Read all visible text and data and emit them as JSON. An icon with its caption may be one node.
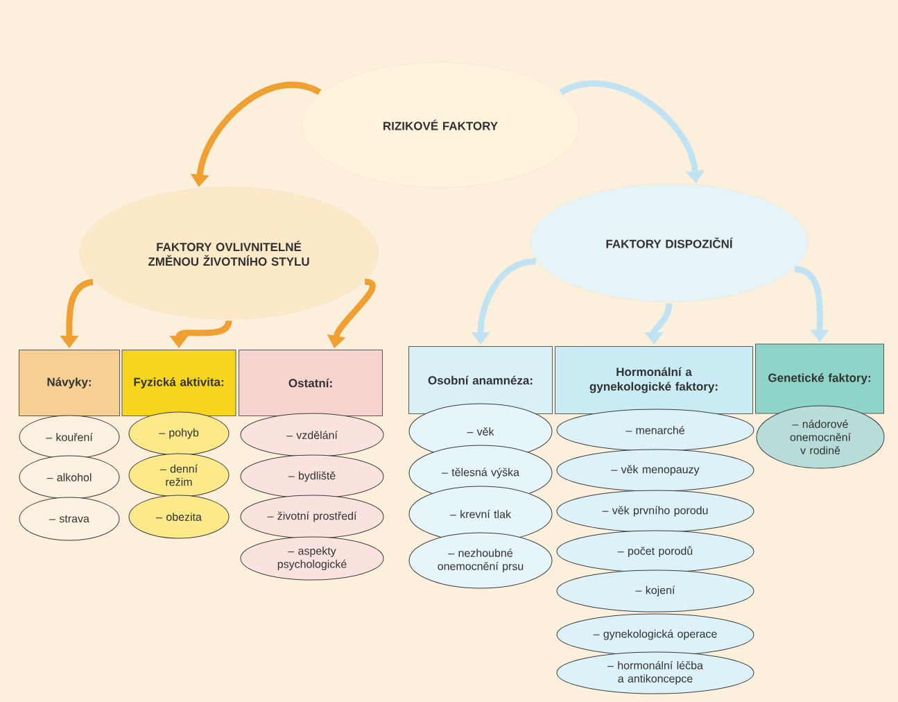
{
  "diagram": {
    "nodes": [
      {
        "text": [
          "RIZIKOVÉ FAKTORY"
        ]
      },
      {
        "text": [
          "FAKTORY OVLIVNITELNÉ ZMĚNOU ŽIVOTNÍHO STYLU"
        ]
      },
      {
        "text": [
          "FAKTORY DISPOZIČNÍ"
        ]
      },
      {
        "text": [
          "Návyky:"
        ]
      },
      {
        "text": [
          "Fyzická aktivita:"
        ]
      },
      {
        "text": [
          "Ostatní:"
        ]
      },
      {
        "text": [
          "Osobní anamnéza:"
        ]
      },
      {
        "text": [
          "Hormonální a gynekologické faktory:"
        ]
      },
      {
        "text": [
          "Genetické faktory:"
        ]
      },
      {
        "text": [
          "– kouření"
        ]
      },
      {
        "text": [
          "– alkohol"
        ]
      },
      {
        "text": [
          "– strava"
        ]
      },
      {
        "text": [
          "– pohyb"
        ]
      },
      {
        "text": [
          "– denní režim"
        ]
      },
      {
        "text": [
          "– obezita"
        ]
      },
      {
        "text": [
          "– vzdělání"
        ]
      },
      {
        "text": [
          "– bydliště"
        ]
      },
      {
        "text": [
          "– životní prostředí"
        ]
      },
      {
        "text": [
          "– aspekty psychologické"
        ]
      },
      {
        "text": [
          "– věk"
        ]
      },
      {
        "text": [
          "– tělesná výška"
        ]
      },
      {
        "text": [
          "– krevní tlak"
        ]
      },
      {
        "text": [
          "– nezhoubné onemocnění prsu"
        ]
      },
      {
        "text": [
          "– menarché"
        ]
      },
      {
        "text": [
          "– věk menopauzy"
        ]
      },
      {
        "text": [
          "– věk prvního porodu"
        ]
      },
      {
        "text": [
          "– počet porodů"
        ]
      },
      {
        "text": [
          "– kojení"
        ]
      },
      {
        "text": [
          "– gynekologická operace"
        ]
      },
      {
        "text": [
          "– hormonální léčba a antikoncepce"
        ]
      },
      {
        "text": [
          "– nádorové onemocnění v rodině"
        ]
      }
    ],
    "edges": [
      {
        "from": 0,
        "to": 1,
        "arrow": "to",
        "color": "#f0a030"
      },
      {
        "from": 0,
        "to": 2,
        "arrow": "to",
        "color": "#bfe3f2"
      },
      {
        "from": 1,
        "to": 3,
        "arrow": "to",
        "color": "#f0a030"
      },
      {
        "from": 1,
        "to": 4,
        "arrow": "to",
        "color": "#f0a030"
      },
      {
        "from": 1,
        "to": 5,
        "arrow": "to",
        "color": "#f0a030"
      },
      {
        "from": 2,
        "to": 6,
        "arrow": "to",
        "color": "#bfe3f2"
      },
      {
        "from": 2,
        "to": 7,
        "arrow": "to",
        "color": "#bfe3f2"
      },
      {
        "from": 2,
        "to": 8,
        "arrow": "to",
        "color": "#bfe3f2"
      }
    ]
  }
}
